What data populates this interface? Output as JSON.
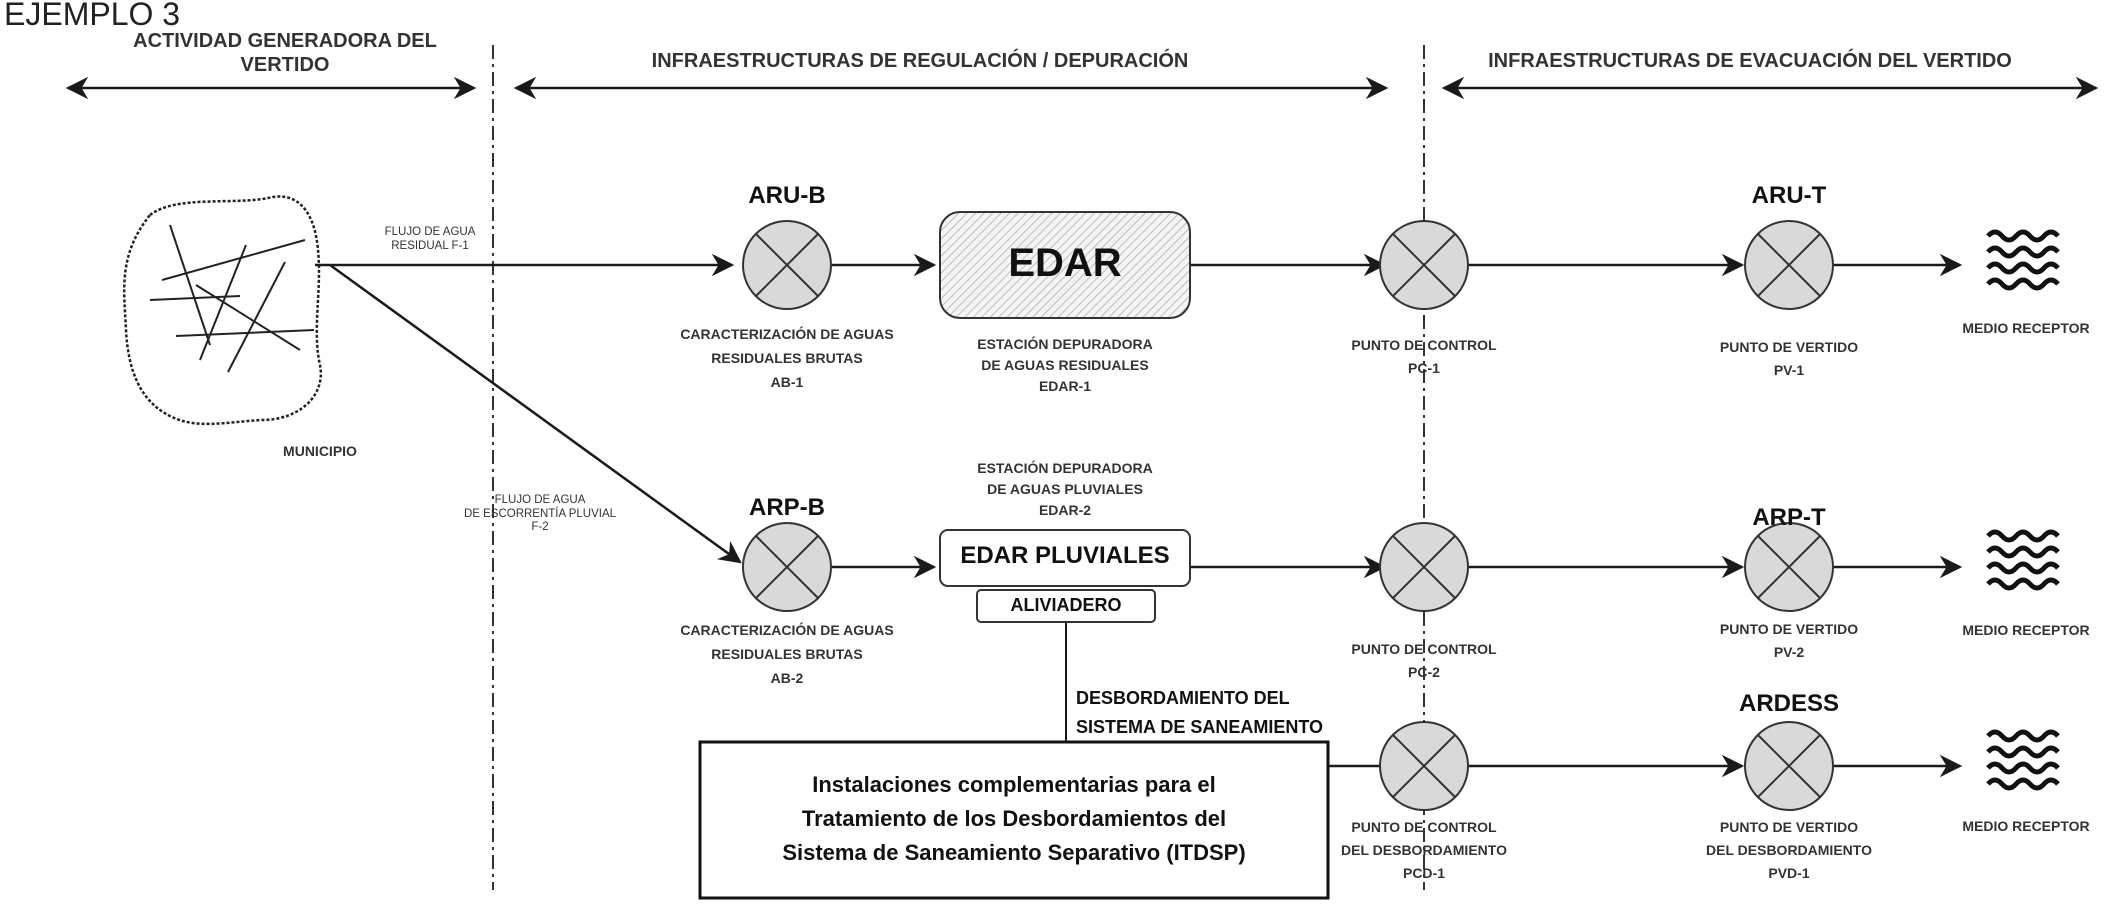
{
  "title": "EJEMPLO 3",
  "sections": {
    "activity": [
      "ACTIVIDAD GENERADORA DEL",
      "VERTIDO"
    ],
    "regulation": "INFRAESTRUCTURAS DE REGULACIÓN / DEPURACIÓN",
    "evacuation": "INFRAESTRUCTURAS DE EVACUACIÓN DEL VERTIDO"
  },
  "municipio": "MUNICIPIO",
  "flows": {
    "f1": [
      "FLUJO DE AGUA",
      "RESIDUAL F-1"
    ],
    "f2": [
      "FLUJO DE AGUA",
      "DE ESCORRENTÍA PLUVIAL",
      "F-2"
    ]
  },
  "row1": {
    "char_code": "ARU-B",
    "char_label": [
      "CARACTERIZACIÓN DE AGUAS",
      "RESIDUALES BRUTAS",
      "AB-1"
    ],
    "plant_box": "EDAR",
    "plant_label": [
      "ESTACIÓN DEPURADORA",
      "DE AGUAS RESIDUALES",
      "EDAR-1"
    ],
    "control_label": [
      "PUNTO DE CONTROL",
      "PC-1"
    ],
    "discharge_code": "ARU-T",
    "discharge_label": [
      "PUNTO DE VERTIDO",
      "PV-1"
    ],
    "receptor": "MEDIO RECEPTOR"
  },
  "row2": {
    "char_code": "ARP-B",
    "char_label": [
      "CARACTERIZACIÓN DE AGUAS",
      "RESIDUALES BRUTAS",
      "AB-2"
    ],
    "plant_label": [
      "ESTACIÓN DEPURADORA",
      "DE AGUAS PLUVIALES",
      "EDAR-2"
    ],
    "plant_box": "EDAR PLUVIALES",
    "overflow_box": "ALIVIADERO",
    "control_label": [
      "PUNTO DE CONTROL",
      "PC-2"
    ],
    "discharge_code": "ARP-T",
    "discharge_label": [
      "PUNTO DE VERTIDO",
      "PV-2"
    ],
    "receptor": "MEDIO RECEPTOR"
  },
  "row3": {
    "overflow_note": [
      "DESBORDAMIENTO DEL",
      "SISTEMA DE SANEAMIENTO"
    ],
    "itdsp_box": [
      "Instalaciones complementarias para el",
      "Tratamiento de los Desbordamientos del",
      "Sistema de Saneamiento Separativo (ITDSP)"
    ],
    "control_label": [
      "PUNTO DE CONTROL",
      "DEL DESBORDAMIENTO",
      "PCD-1"
    ],
    "discharge_code": "ARDESS",
    "discharge_label": [
      "PUNTO DE VERTIDO",
      "DEL DESBORDAMIENTO",
      "PVD-1"
    ],
    "receptor": "MEDIO RECEPTOR"
  },
  "colors": {
    "valve_fill": "#d9d9d9",
    "line": "#1a1a1a",
    "edar_hatch": "#bdbdbd"
  }
}
